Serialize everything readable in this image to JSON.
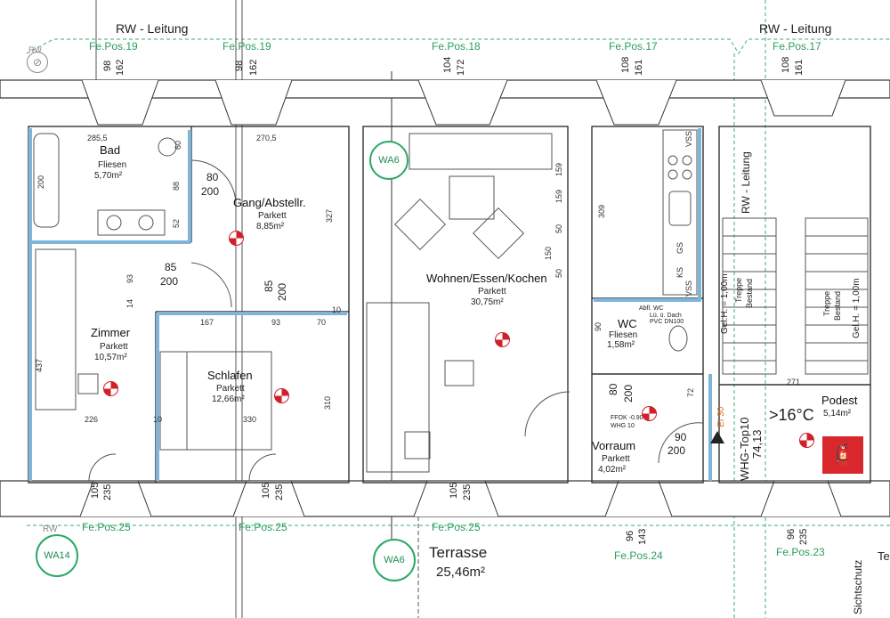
{
  "header": {
    "rw_left": "RW - Leitung",
    "rw_right": "RW - Leitung",
    "rw_symbol_top": "RW",
    "rw_symbol_bottom": "RW"
  },
  "windows_top": [
    {
      "pos": "Fe.Pos.19",
      "w": "98",
      "h": "162"
    },
    {
      "pos": "Fe.Pos.19",
      "w": "98",
      "h": "162"
    },
    {
      "pos": "Fe.Pos.18",
      "w": "104",
      "h": "172"
    },
    {
      "pos": "Fe.Pos.17",
      "w": "108",
      "h": "161"
    },
    {
      "pos": "Fe.Pos.17",
      "w": "108",
      "h": "161"
    }
  ],
  "windows_bottom": [
    {
      "pos": "Fe.Pos.25",
      "w": "105",
      "h": "235"
    },
    {
      "pos": "Fe.Pos.25",
      "w": "105",
      "h": "235"
    },
    {
      "pos": "Fe.Pos.25",
      "w": "105",
      "h": "235"
    },
    {
      "pos": "Fe.Pos.24",
      "w": "96",
      "h": "143"
    },
    {
      "pos": "Fe.Pos.23",
      "w": "96",
      "h": "235"
    }
  ],
  "wa_markers": [
    "WA6",
    "WA6",
    "WA14"
  ],
  "rooms": {
    "bad": {
      "name": "Bad",
      "floor": "Fliesen",
      "area": "5,70m²"
    },
    "gang": {
      "name": "Gang/Abstellr.",
      "floor": "Parkett",
      "area": "8,85m²"
    },
    "wohnen": {
      "name": "Wohnen/Essen/Kochen",
      "floor": "Parkett",
      "area": "30,75m²"
    },
    "zimmer": {
      "name": "Zimmer",
      "floor": "Parkett",
      "area": "10,57m²"
    },
    "schlafen": {
      "name": "Schlafen",
      "floor": "Parkett",
      "area": "12,66m²"
    },
    "wc": {
      "name": "WC",
      "floor": "Fliesen",
      "area": "1,58m²"
    },
    "vorraum": {
      "name": "Vorraum",
      "floor": "Parkett",
      "area": "4,02m²"
    },
    "podest": {
      "name": "Podest",
      "area": "5,14m²"
    },
    "terrasse": {
      "name": "Terrasse",
      "area": "25,46m²"
    }
  },
  "doors": [
    {
      "w": "80",
      "h": "200"
    },
    {
      "w": "85",
      "h": "200"
    },
    {
      "w": "85",
      "h": "200"
    },
    {
      "w": "80",
      "h": "200"
    },
    {
      "w": "90",
      "h": "200"
    }
  ],
  "dimensions": {
    "d285": "285,5",
    "d270": "270,5",
    "d200a": "200",
    "d88": "88",
    "d52": "52",
    "d327": "327",
    "d167": "167",
    "d93a": "93",
    "d70": "70",
    "d93b": "93",
    "d14": "14",
    "d437": "437",
    "d226": "226",
    "d10a": "10",
    "d330": "330",
    "d310": "310",
    "d10b": "10",
    "d159a": "159",
    "d159b": "159",
    "d50a": "50",
    "d150": "150",
    "d50b": "50",
    "d309": "309",
    "d90": "90",
    "d72": "72",
    "d271": "271",
    "d60": "60"
  },
  "annotations": {
    "vss1": "VSS",
    "vss2": "VSS",
    "gs": "GS",
    "ks": "KS",
    "abfl": "Abfl. WC",
    "lu": "Lü. ü. Dach",
    "pvc": "PVC DN100",
    "drain1": "FFOK -0.90",
    "drain2": "WHG 10",
    "el30": "EI 30",
    "temp": ">16°C",
    "whg": "WHG-Top10",
    "whg_area": "74,13",
    "stair_left_a": "Treppe",
    "stair_left_b": "Bestand",
    "stair_left_rail": "Gel.H. = 1,00m",
    "stair_right_a": "Treppe",
    "stair_right_b": "Bestand",
    "stair_right_rail": "Gel.H. = 1,00m",
    "rw_vertical": "RW - Leitung",
    "sichtschutz": "Sichtschutz",
    "terrace_right": "Te"
  },
  "colors": {
    "wall_accent": "#7fb6d8",
    "green": "#2a9d5f",
    "red": "#d0202a"
  }
}
